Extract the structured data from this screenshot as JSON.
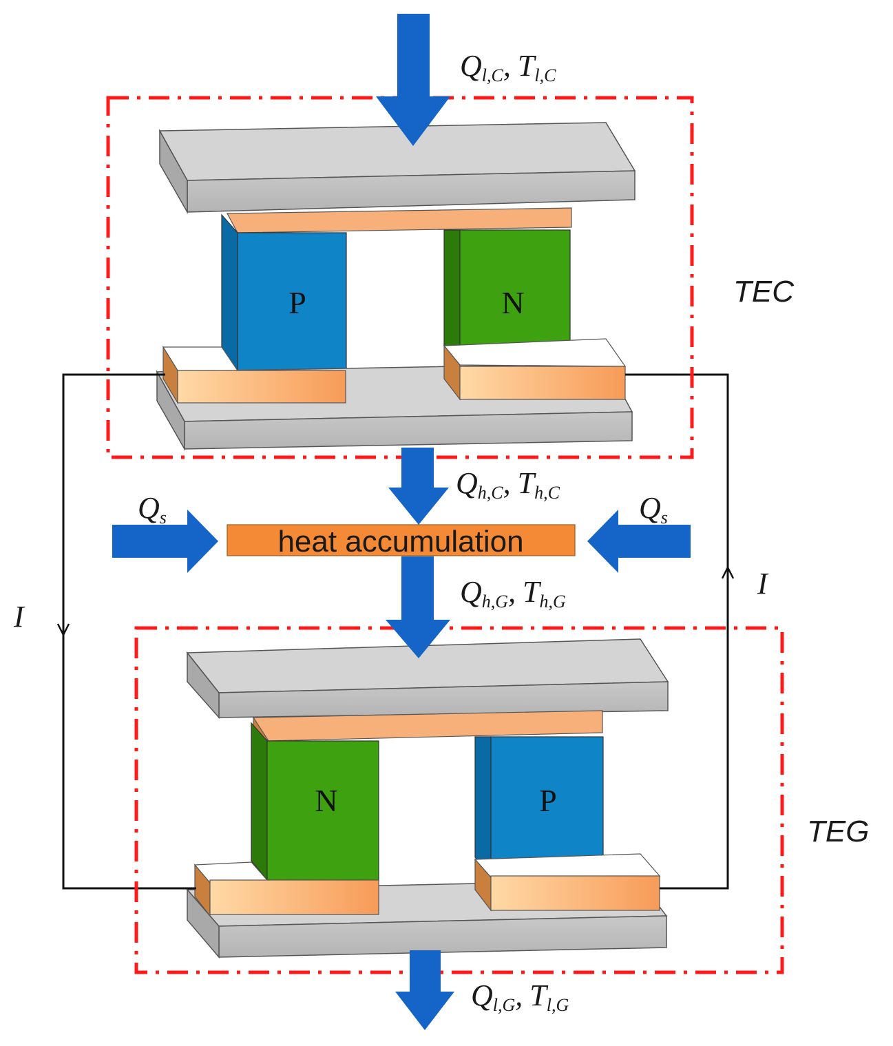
{
  "modules": {
    "tec": "TEC",
    "teg": "TEG"
  },
  "legs": {
    "tec_left": "P",
    "tec_right": "N",
    "teg_left": "N",
    "teg_right": "P"
  },
  "heat_accumulation": "heat accumulation",
  "flows": {
    "ql_c": {
      "q_sub": "l,C",
      "t_sub": "l,C"
    },
    "qh_c": {
      "q_sub": "h,C",
      "t_sub": "h,C"
    },
    "qh_g": {
      "q_sub": "h,G",
      "t_sub": "h,G"
    },
    "ql_g": {
      "q_sub": "l,G",
      "t_sub": "l,G"
    },
    "qs_sub": "s"
  },
  "symbols": {
    "Q": "Q",
    "T": "T",
    "sep": ",",
    "current": "I"
  },
  "colors": {
    "arrow": "#1565c8",
    "plate": "#bdbdbd",
    "copper": "#f6a76a",
    "p_leg": "#0f84c6",
    "n_leg": "#3ea10f",
    "boundary": "#ff1a1a",
    "accumulator": "#f48a36"
  }
}
